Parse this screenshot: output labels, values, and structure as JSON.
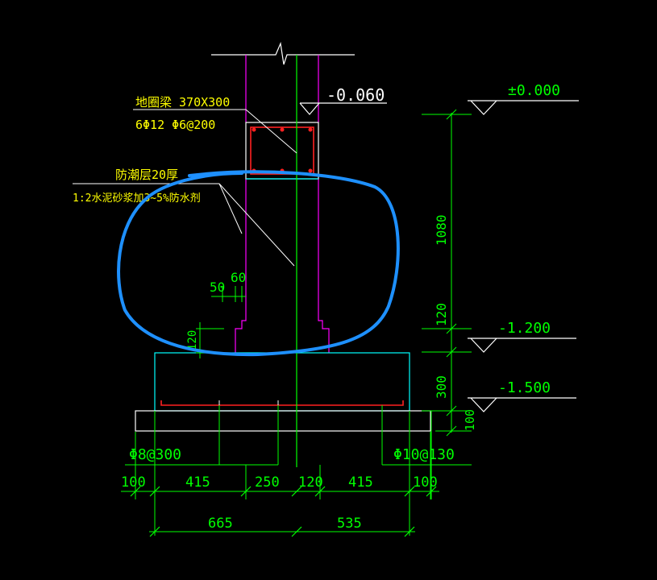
{
  "colors": {
    "background": "#000000",
    "green": "#00ff00",
    "magenta": "#ff00ff",
    "cyan": "#00ffff",
    "white": "#ffffff",
    "yellow": "#ffff00",
    "red": "#ff2020",
    "blue_markup": "#1e90ff"
  },
  "labels": {
    "ring_beam_title": "地圈梁  370X300",
    "ring_beam_rebar": "6Φ12   Φ6@200",
    "dpc_title": "防潮层20厚",
    "dpc_spec": "1:2水泥砂浆加3~5%防水剂",
    "rebar_left": "Φ8@300",
    "rebar_right": "Φ10@130"
  },
  "elevations": {
    "ground": "±0.000",
    "beam_top": "-0.060",
    "footing_top": "-1.200",
    "footing_bottom": "-1.500"
  },
  "vertical_dims": [
    "1080",
    "120",
    "300",
    "100"
  ],
  "step_dims": [
    "50",
    "60",
    "120"
  ],
  "bottom_dims_row1": [
    "100",
    "415",
    "250",
    "120",
    "415",
    "100"
  ],
  "bottom_dims_row2": [
    "665",
    "535"
  ]
}
